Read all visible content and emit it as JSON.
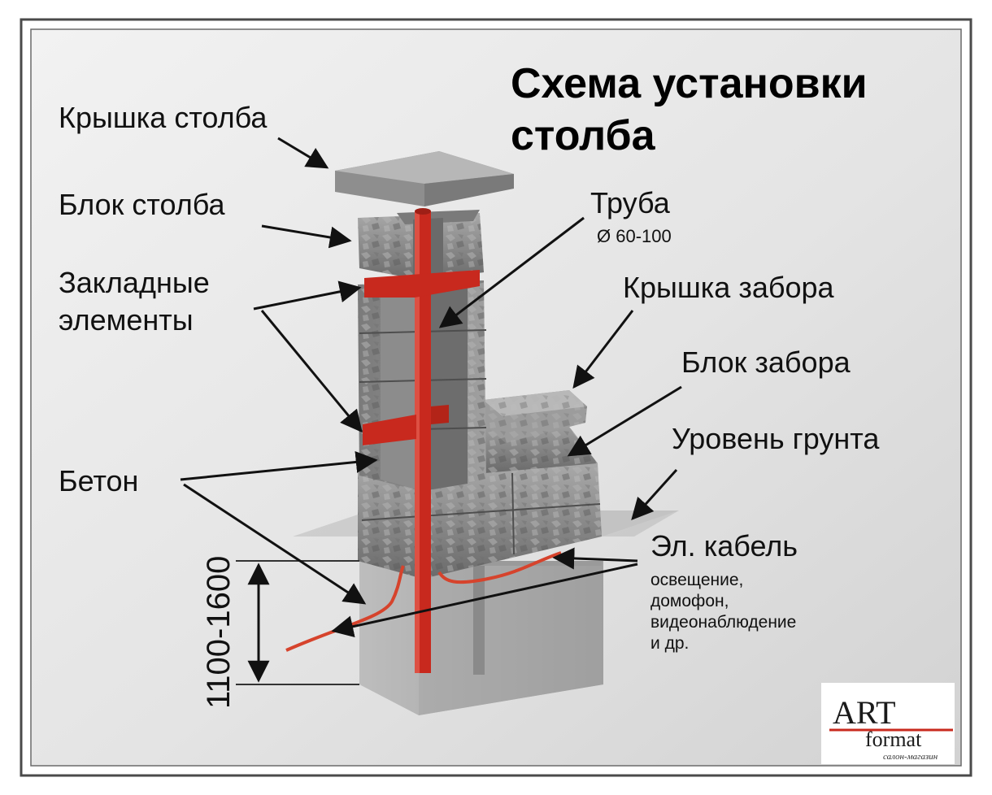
{
  "title": {
    "line1": "Схема установки",
    "line2": "столба"
  },
  "labels": {
    "post_cap": "Крышка столба",
    "post_block": "Блок столба",
    "embedded_line1": "Закладные",
    "embedded_line2": "элементы",
    "pipe": "Труба",
    "pipe_size": "Ø 60-100",
    "fence_cap": "Крышка забора",
    "fence_block": "Блок забора",
    "ground_level": "Уровень грунта",
    "concrete": "Бетон",
    "cable": "Эл. кабель",
    "cable_use1": "освещение,",
    "cable_use2": "домофон,",
    "cable_use3": "видеонаблюдение",
    "cable_use4": "и др.",
    "depth": "1100-1600"
  },
  "logo": {
    "line1": "ART",
    "line2": "format",
    "tagline": "салон-магазин"
  },
  "colors": {
    "steel": "#c8291e",
    "stone": "#8f8f8f",
    "stone_dark": "#5e5e5e",
    "concrete": "#b9b9b9",
    "cable": "#d6432c"
  }
}
